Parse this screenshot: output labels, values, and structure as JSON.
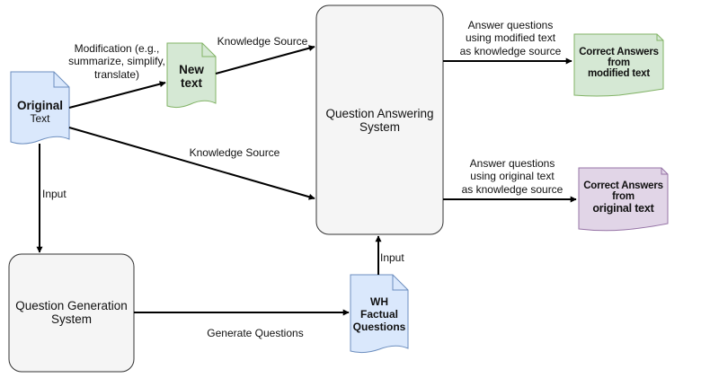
{
  "original_text": {
    "line1": "Original",
    "line2": "Text"
  },
  "new_text": {
    "line1": "New",
    "line2": "text"
  },
  "qa_system": {
    "line1": "Question Answering",
    "line2": "System"
  },
  "qg_system": {
    "line1": "Question Generation",
    "line2": "System"
  },
  "wh_questions": {
    "line1": "WH",
    "line2": "Factual",
    "line3": "Questions"
  },
  "correct_modified": {
    "line1": "Correct Answers",
    "line2": "from",
    "line3": "modified text"
  },
  "correct_original": {
    "line1": "Correct Answers",
    "line2": "from",
    "line3": "original text"
  },
  "labels": {
    "modification": {
      "line1": "Modification (e.g.,",
      "line2": "summarize, simplify,",
      "line3": "translate)"
    },
    "knowledge_source_top": "Knowledge Source",
    "knowledge_source_mid": "Knowledge Source",
    "input_left": "Input",
    "input_right": "Input",
    "generate_questions": "Generate Questions",
    "answer_modified": {
      "line1": "Answer questions",
      "line2": "using modified text",
      "line3": "as knowledge source"
    },
    "answer_original": {
      "line1": "Answer questions",
      "line2": "using original text",
      "line3": "as knowledge source"
    }
  },
  "colors": {
    "blue_doc": "#dae8fc",
    "green_doc": "#d5e8d4",
    "purple_doc": "#e1d5e7",
    "system_fill": "#f5f5f5",
    "stroke": "#000000"
  }
}
